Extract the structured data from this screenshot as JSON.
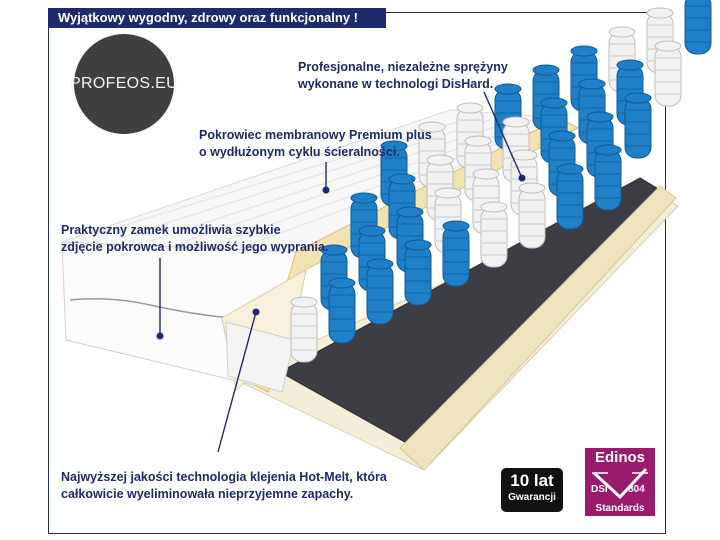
{
  "banner": {
    "text": "Wyjątkowy wygodny, zdrowy oraz funkcjonalny !"
  },
  "logo": {
    "text": "PROFEOS.EU"
  },
  "callouts": [
    {
      "text": "Profesjonalne, niezależne sprężyny\nwykonane w technologi DisHard."
    },
    {
      "text": "Pokrowiec membranowy Premium plus\no wydłużonym cyklu ścieralności."
    },
    {
      "text": "Praktyczny zamek umożliwia szybkie\nzdjęcie pokrowca i możliwość jego wyprania."
    },
    {
      "text": "Najwyższej jakości technologia klejenia Hot-Melt, która\ncałkowicie wyeliminowała nieprzyjemne zapachy."
    }
  ],
  "badges": {
    "warranty": {
      "big": "10 lat",
      "small": "Gwarancji"
    },
    "edinos": {
      "title": "Edinos",
      "left": "DSI",
      "right": "804",
      "bottom": "Standards"
    }
  },
  "colors": {
    "accent": "#1f2a6b",
    "spring_blue": "#1f7fc7",
    "spring_white": "#f2f2f2",
    "edinos": "#9a1b6c",
    "foam": "#f3e9cc"
  },
  "springs": {
    "rows": [
      [
        "w",
        "b",
        "b",
        "b",
        "b",
        "w",
        "w",
        "b",
        "b"
      ],
      [
        "b",
        "b",
        "b",
        "w",
        "w",
        "w",
        "b",
        "b",
        "b"
      ],
      [
        "b",
        "b",
        "w",
        "w",
        "w",
        "b",
        "b",
        "b",
        "w"
      ],
      [
        "b",
        "w",
        "w",
        "b",
        "b",
        "b",
        "w",
        "w",
        "b"
      ]
    ]
  }
}
